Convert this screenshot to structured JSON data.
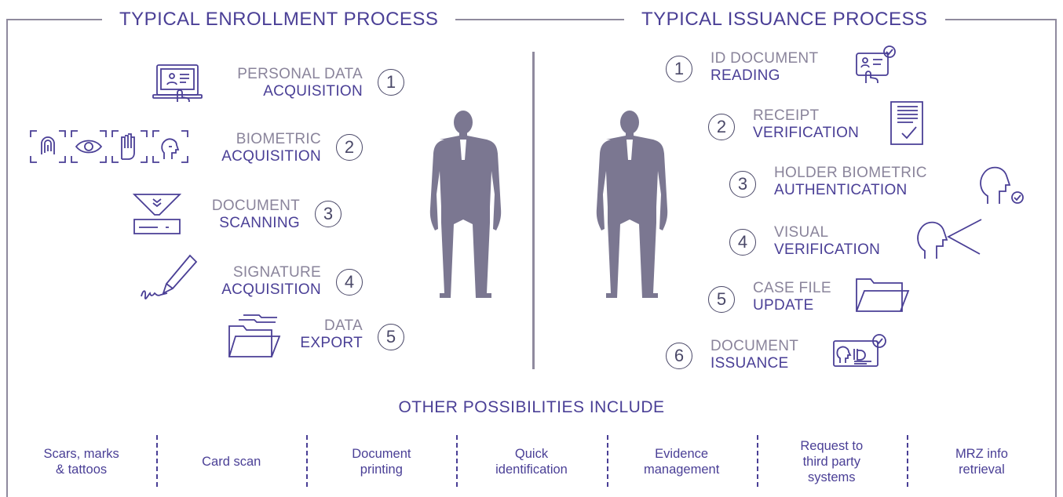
{
  "enrollment": {
    "title": "TYPICAL ENROLLMENT PROCESS",
    "steps": [
      {
        "number": "1",
        "line1": "PERSONAL DATA",
        "line2": "ACQUISITION",
        "icon": "tablet-hand-icon"
      },
      {
        "number": "2",
        "line1": "BIOMETRIC",
        "line2": "ACQUISITION",
        "icon": "biometric-icons"
      },
      {
        "number": "3",
        "line1": "DOCUMENT",
        "line2": "SCANNING",
        "icon": "scanner-icon"
      },
      {
        "number": "4",
        "line1": "SIGNATURE",
        "line2": "ACQUISITION",
        "icon": "pen-signature-icon"
      },
      {
        "number": "5",
        "line1": "DATA",
        "line2": "EXPORT",
        "icon": "folder-stack-icon"
      }
    ]
  },
  "issuance": {
    "title": "TYPICAL ISSUANCE PROCESS",
    "steps": [
      {
        "number": "1",
        "line1": "ID DOCUMENT",
        "line2": "READING",
        "icon": "id-reading-icon"
      },
      {
        "number": "2",
        "line1": "RECEIPT",
        "line2": "VERIFICATION",
        "icon": "receipt-check-icon"
      },
      {
        "number": "3",
        "line1": "HOLDER BIOMETRIC",
        "line2": "AUTHENTICATION",
        "icon": "face-check-icon"
      },
      {
        "number": "4",
        "line1": "VISUAL",
        "line2": "VERIFICATION",
        "icon": "face-view-icon"
      },
      {
        "number": "5",
        "line1": "CASE FILE",
        "line2": "UPDATE",
        "icon": "folder-icon"
      },
      {
        "number": "6",
        "line1": "DOCUMENT",
        "line2": "ISSUANCE",
        "icon": "id-card-check-icon"
      }
    ]
  },
  "other": {
    "title": "OTHER POSSIBILITIES INCLUDE",
    "items": [
      "Scars, marks\n& tattoos",
      "Card scan",
      "Document\nprinting",
      "Quick\nidentification",
      "Evidence\nmanagement",
      "Request to\nthird party\nsystems",
      "MRZ info\nretrieval"
    ]
  },
  "colors": {
    "accent": "#4a3f96",
    "muted": "#8a849b",
    "figure": "#7b7791",
    "frame": "#8f8a9e"
  }
}
